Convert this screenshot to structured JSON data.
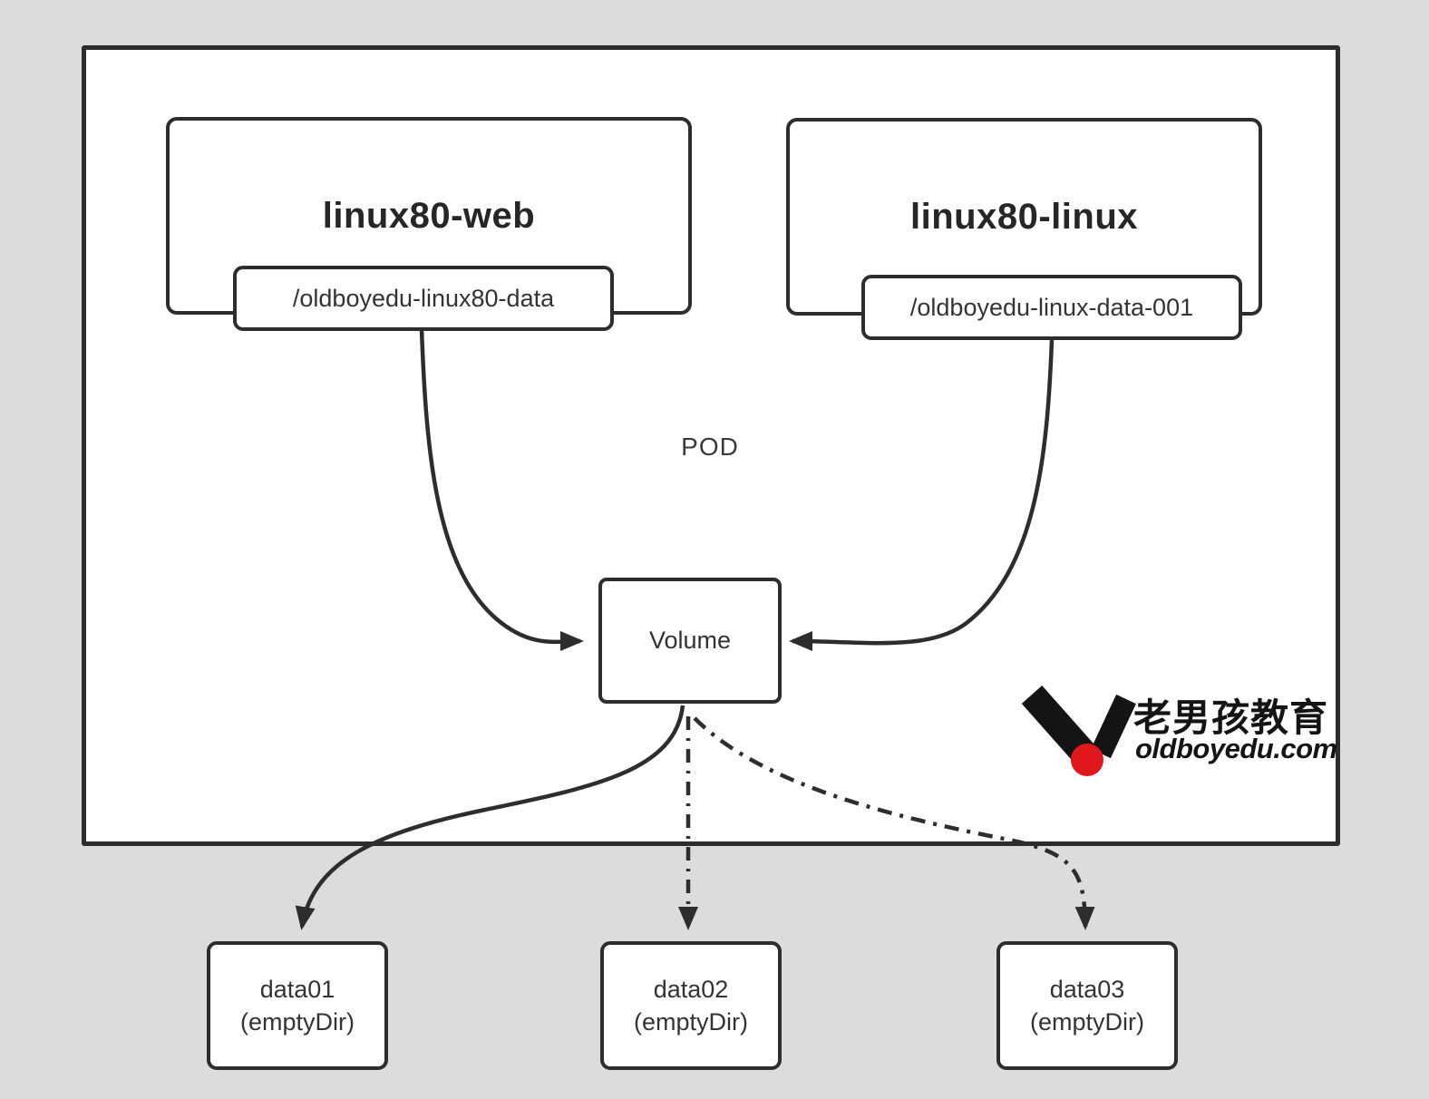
{
  "colors": {
    "background": "#dcdcdc",
    "canvas": "#ffffff",
    "stroke": "#2d2d2d",
    "text": "#333333",
    "logo_red": "#e0181e",
    "logo_black": "#141414"
  },
  "diagram": {
    "pod_label": "POD",
    "containers": [
      {
        "name": "linux80-web",
        "mount_path": "/oldboyedu-linux80-data"
      },
      {
        "name": "linux80-linux",
        "mount_path": "/oldboyedu-linux-data-001"
      }
    ],
    "volume_label": "Volume",
    "data_volumes": [
      {
        "name": "data01",
        "kind": "(emptyDir)"
      },
      {
        "name": "data02",
        "kind": "(emptyDir)"
      },
      {
        "name": "data03",
        "kind": "(emptyDir)"
      }
    ],
    "edges": [
      {
        "from": "/oldboyedu-linux80-data",
        "to": "Volume",
        "style": "solid"
      },
      {
        "from": "/oldboyedu-linux-data-001",
        "to": "Volume",
        "style": "solid"
      },
      {
        "from": "Volume",
        "to": "data01",
        "style": "solid"
      },
      {
        "from": "Volume",
        "to": "data02",
        "style": "dash-dot"
      },
      {
        "from": "Volume",
        "to": "data03",
        "style": "dash-dot"
      }
    ]
  },
  "logo": {
    "brand_cn": "老男孩教育",
    "domain": "oldboyedu.com"
  }
}
